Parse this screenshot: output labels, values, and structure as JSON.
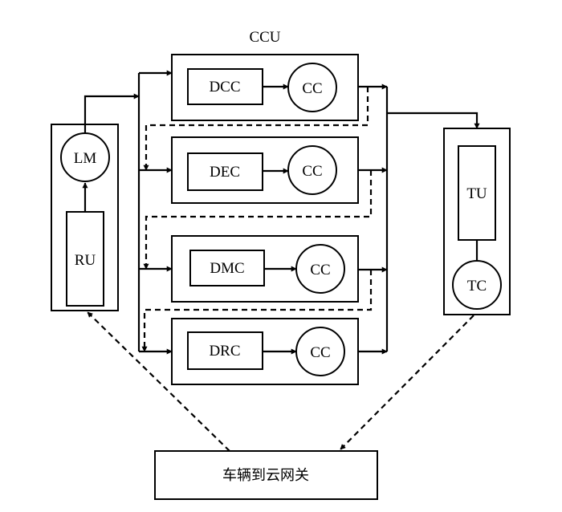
{
  "ccu": {
    "title": "CCU"
  },
  "modules": [
    {
      "label": "DCC",
      "cc": "CC"
    },
    {
      "label": "DEC",
      "cc": "CC"
    },
    {
      "label": "DMC",
      "cc": "CC"
    },
    {
      "label": "DRC",
      "cc": "CC"
    }
  ],
  "left_unit": {
    "top": "LM",
    "bottom": "RU"
  },
  "right_unit": {
    "top": "TU",
    "bottom": "TC"
  },
  "gateway": {
    "label": "车辆到云网关"
  },
  "colors": {
    "stroke": "#000000",
    "background": "#ffffff"
  }
}
